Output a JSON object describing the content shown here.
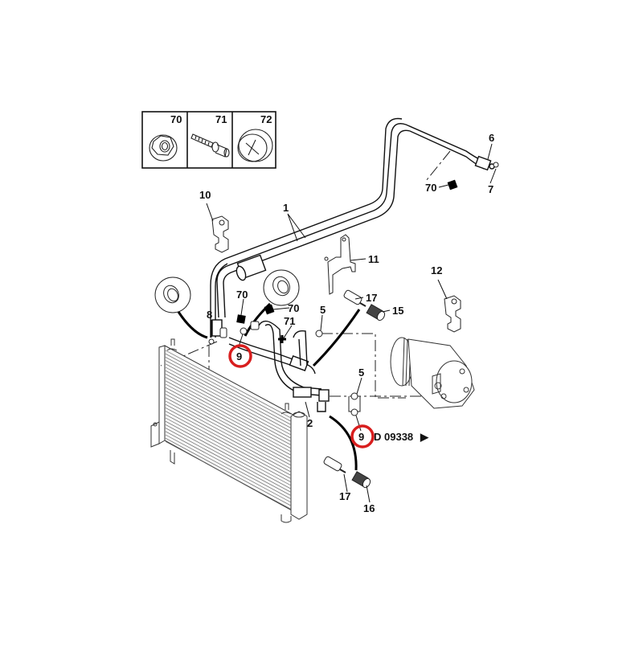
{
  "diagram": {
    "title": "Air conditioning piping exploded parts diagram",
    "reference_code": "D 09338",
    "reference_arrow": "▶",
    "highlight_color": "#d81e1e",
    "line_color": "#111111",
    "legend_box": [
      {
        "number": "70",
        "part": "flange-nut"
      },
      {
        "number": "71",
        "part": "stud-bolt"
      },
      {
        "number": "72",
        "part": "blanking-cap"
      }
    ],
    "callouts": [
      {
        "id": "c1",
        "number": "1"
      },
      {
        "id": "c2",
        "number": "2"
      },
      {
        "id": "c5a",
        "number": "5"
      },
      {
        "id": "c5b",
        "number": "5"
      },
      {
        "id": "c6",
        "number": "6"
      },
      {
        "id": "c7",
        "number": "7"
      },
      {
        "id": "c8",
        "number": "8"
      },
      {
        "id": "c9a",
        "number": "9",
        "highlighted": true
      },
      {
        "id": "c9b",
        "number": "9",
        "highlighted": true
      },
      {
        "id": "c10",
        "number": "10"
      },
      {
        "id": "c11",
        "number": "11"
      },
      {
        "id": "c12",
        "number": "12"
      },
      {
        "id": "c15",
        "number": "15"
      },
      {
        "id": "c16",
        "number": "16"
      },
      {
        "id": "c17a",
        "number": "17"
      },
      {
        "id": "c17b",
        "number": "17"
      },
      {
        "id": "c70a",
        "number": "70"
      },
      {
        "id": "c70b",
        "number": "70"
      },
      {
        "id": "c70c",
        "number": "70"
      },
      {
        "id": "c71",
        "number": "71"
      }
    ],
    "parts": [
      "pipe-assembly",
      "hose",
      "seal-ring",
      "bracket",
      "clip",
      "compressor",
      "condenser",
      "valve",
      "cap",
      "dust-cap",
      "nut-square",
      "stud-cross"
    ]
  }
}
